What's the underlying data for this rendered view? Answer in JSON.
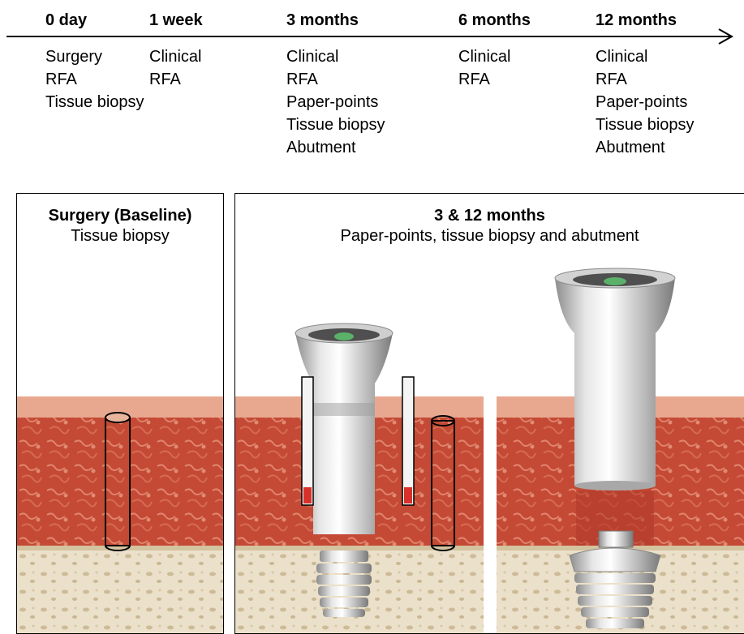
{
  "timeline": {
    "timepoints": [
      {
        "label": "0 day",
        "procedures": [
          "Surgery",
          "RFA",
          "Tissue biopsy"
        ]
      },
      {
        "label": "1 week",
        "procedures": [
          "Clinical",
          "RFA"
        ]
      },
      {
        "label": "3 months",
        "procedures": [
          "Clinical",
          "RFA",
          "Paper-points",
          "Tissue biopsy",
          "Abutment"
        ]
      },
      {
        "label": "6 months",
        "procedures": [
          "Clinical",
          "RFA"
        ]
      },
      {
        "label": "12 months",
        "procedures": [
          "Clinical",
          "RFA",
          "Paper-points",
          "Tissue biopsy",
          "Abutment"
        ]
      }
    ]
  },
  "panels": {
    "baseline": {
      "title": "Surgery (Baseline)",
      "subtitle": "Tissue biopsy"
    },
    "followup": {
      "title": "3 & 12 months",
      "subtitle": "Paper-points, tissue biopsy and abutment"
    }
  },
  "colors": {
    "gingiva": "#c44a35",
    "gingiva_light": "#e49a80",
    "bone": "#e9ddc6",
    "metal": "#c8c8c8",
    "screw_green": "#5bb06a",
    "paper_point_tip": "#d8302a"
  }
}
